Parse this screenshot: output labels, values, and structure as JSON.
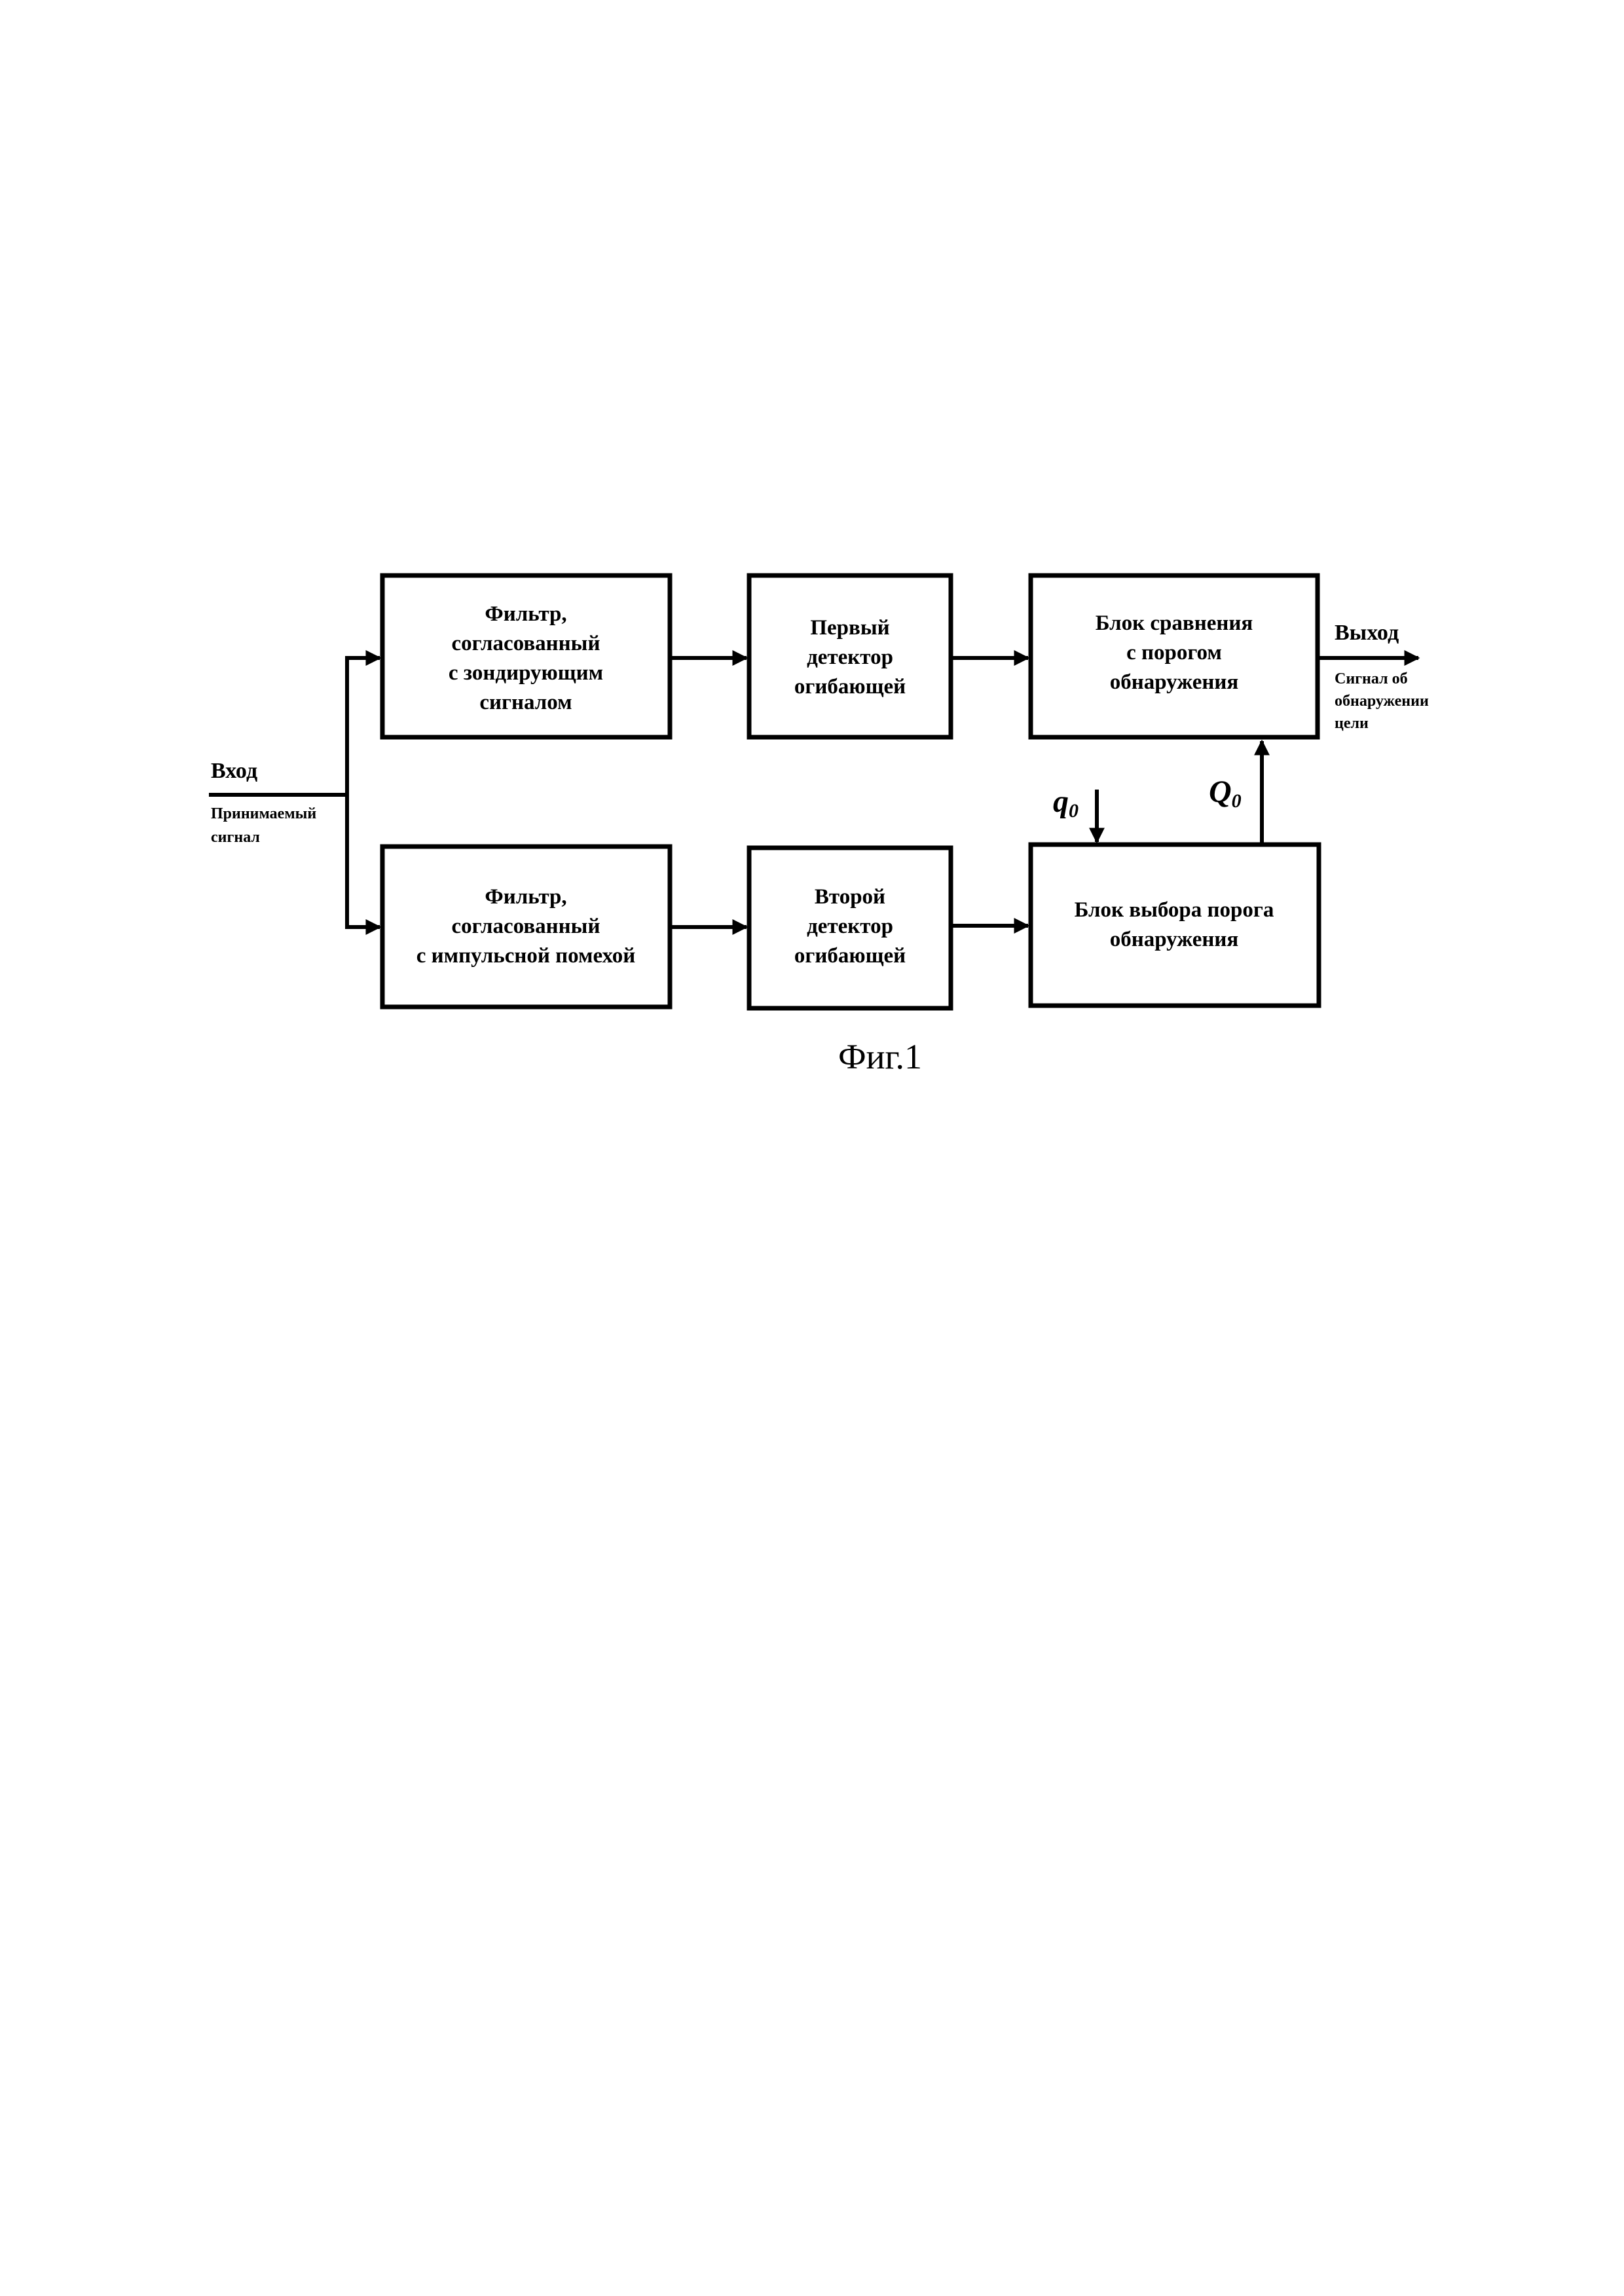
{
  "blocks": {
    "filter_probe": [
      "Фильтр,",
      "согласованный",
      "с зондирующим",
      "сигналом"
    ],
    "detector1": [
      "Первый",
      "детектор",
      "огибающей"
    ],
    "comparator": [
      "Блок сравнения",
      "с порогом",
      "обнаружения"
    ],
    "filter_impulse": [
      "Фильтр,",
      "согласованный",
      "с импульсной  помехой"
    ],
    "detector2": [
      "Второй",
      "детектор",
      "огибающей"
    ],
    "threshold_selector": [
      "Блок выбора порога",
      "обнаружения"
    ]
  },
  "input": {
    "label": "Вход",
    "desc": [
      "Принимаемый",
      "сигнал"
    ]
  },
  "output": {
    "label": "Выход",
    "desc": [
      "Сигнал об",
      "обнаружении",
      "цели"
    ]
  },
  "symbols": {
    "q0": "q",
    "q0_sub": "0",
    "Q0": "Q",
    "Q0_sub": "0"
  },
  "caption": "Фиг.1"
}
